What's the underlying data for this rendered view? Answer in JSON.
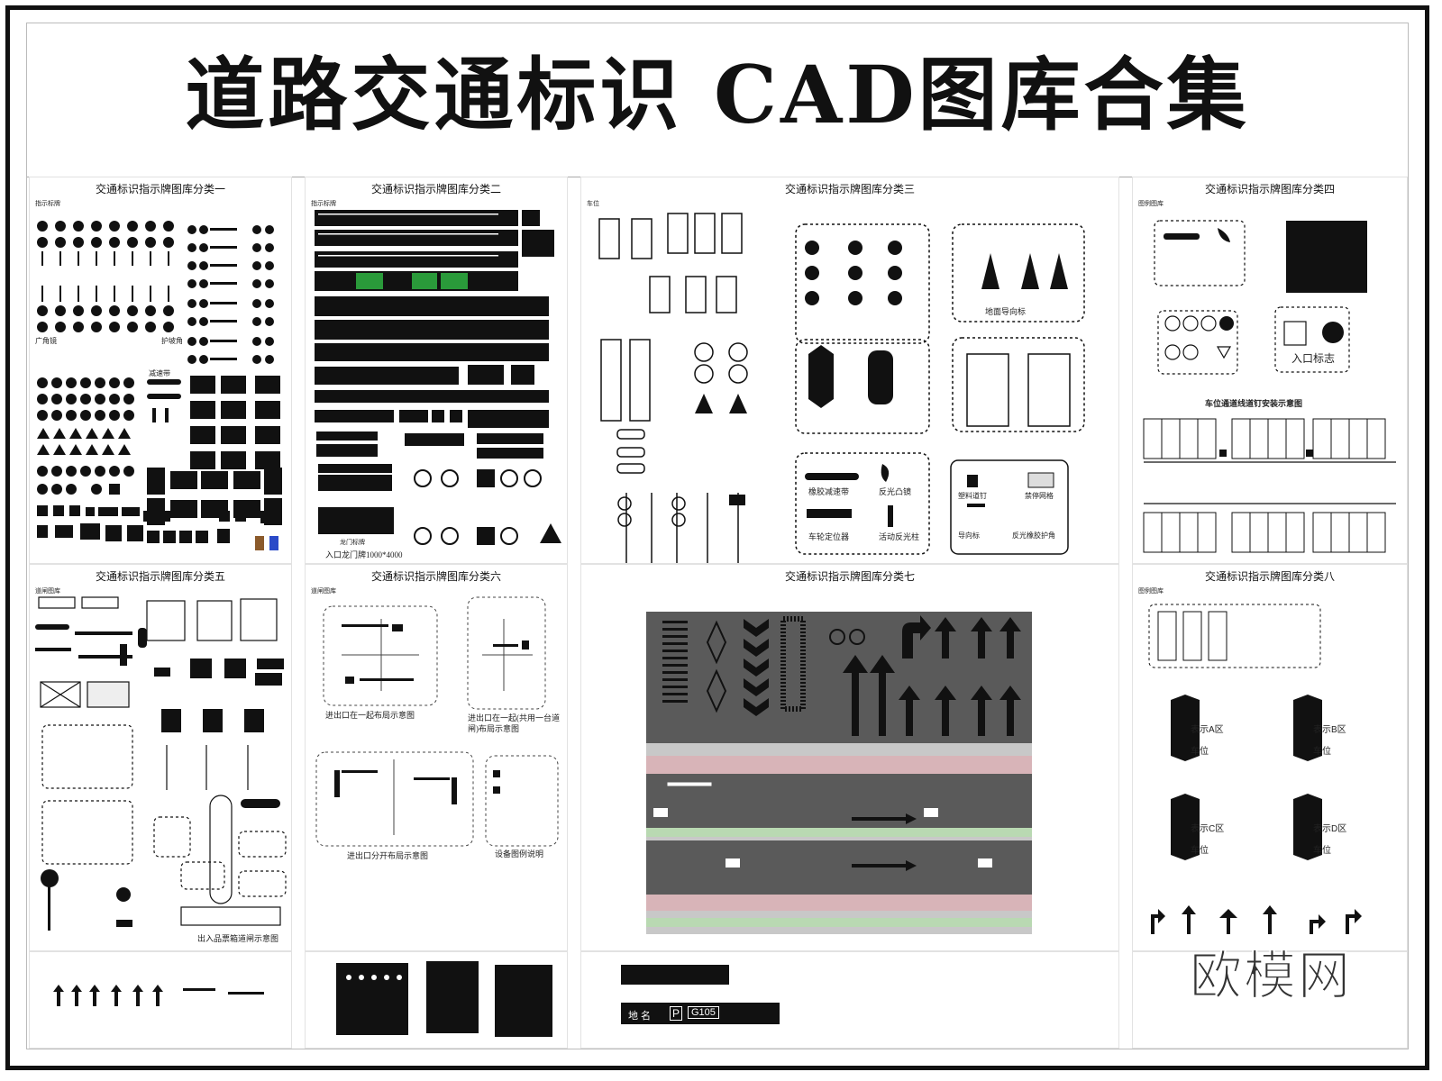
{
  "title": "道路交通标识 CAD图库合集",
  "panels": {
    "p1": {
      "title": "交通标识指示牌图库分类一",
      "sub": "指示标牌",
      "labels": [
        "广角镜",
        "护坡角",
        "减速带"
      ]
    },
    "p2": {
      "title": "交通标识指示牌图库分类二",
      "sub": "指示标牌",
      "caption_gate": "入口龙门牌1000*4000",
      "caption_gate_small": "龙门标牌"
    },
    "p3": {
      "title": "交通标识指示牌图库分类三",
      "sub": "车位",
      "caption_ground": "地面导向标",
      "caption_rubber": "橡胶减速带",
      "caption_mirror": "反光凸镜",
      "caption_wheel": "车轮定位器",
      "caption_post": "活动反光柱",
      "legend": [
        "塑料道钉",
        "禁停网格",
        "导向标",
        "反光橡胶护角"
      ]
    },
    "p4": {
      "title": "交通标识指示牌图库分类四",
      "sub": "图例图库",
      "entry": "入口标志",
      "nail_title": "车位通道线道钉安装示意图"
    },
    "p5": {
      "title": "交通标识指示牌图库分类五",
      "sub": "道闸图库",
      "caption": "出入品票箱道闸示意图"
    },
    "p6": {
      "title": "交通标识指示牌图库分类六",
      "sub": "道闸图库",
      "captions": [
        "进出口在一起布局示意图",
        "进出口在一起(共用一台道闸)布局示意图",
        "进出口分开布局示意图",
        "设备图例说明"
      ]
    },
    "p7": {
      "title": "交通标识指示牌图库分类七"
    },
    "p8": {
      "title": "交通标识指示牌图库分类八",
      "sub": "图例图库",
      "zones": [
        {
          "name": "表示A区",
          "slot": "车位"
        },
        {
          "name": "表示B区",
          "slot": "车位"
        },
        {
          "name": "表示C区",
          "slot": "车位"
        },
        {
          "name": "表示D区",
          "slot": "车位"
        }
      ]
    }
  },
  "road_sign": [
    "地 名",
    "P",
    "G105"
  ],
  "watermark": "欧模网",
  "colors": {
    "asphalt": "#5a5a5a",
    "pink_lane": "#d8b4b8",
    "green_lane": "#b9d9b2",
    "sign_green": "#2a9a3a"
  }
}
